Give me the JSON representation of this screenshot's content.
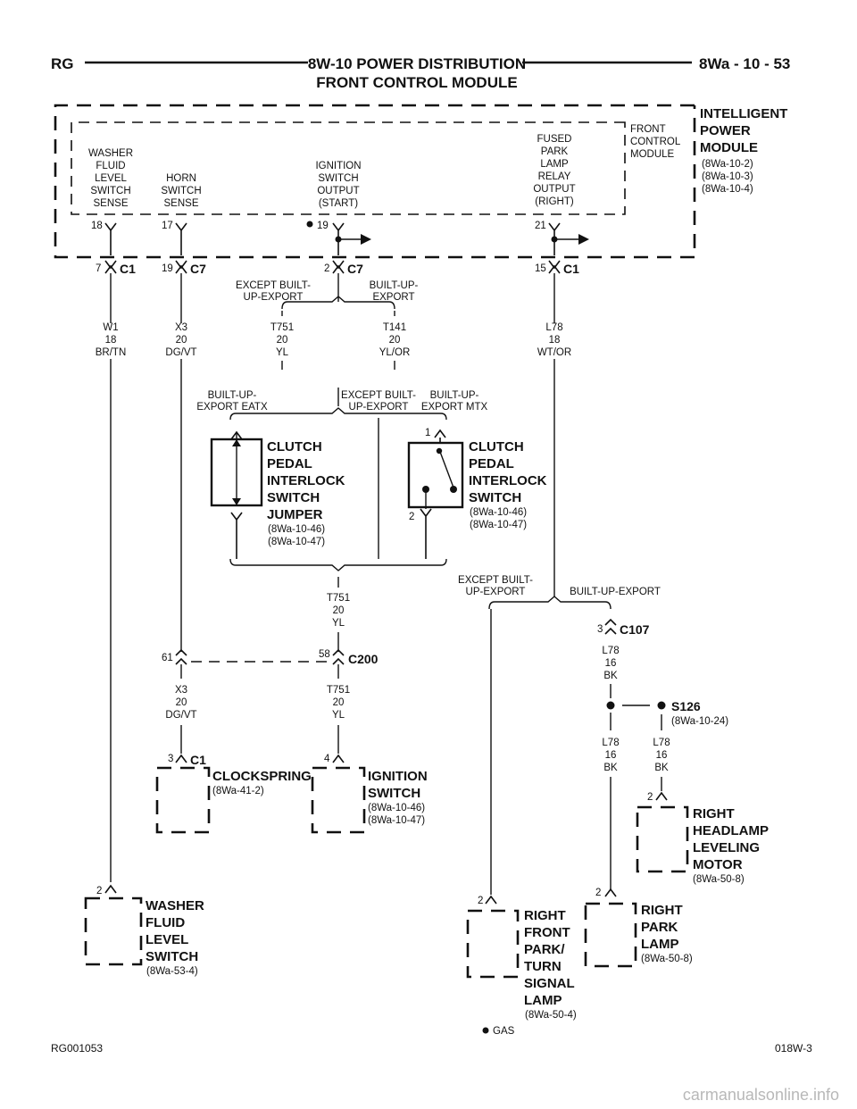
{
  "header": {
    "left": "RG",
    "title_line1": "8W-10 POWER DISTRIBUTION",
    "title_line2": "FRONT CONTROL MODULE",
    "right": "8Wa - 10 - 53"
  },
  "footer": {
    "left": "RG001053",
    "right": "018W-3",
    "watermark": "carmanualsonline.info"
  },
  "ipm": {
    "name_lines": [
      "INTELLIGENT",
      "POWER",
      "MODULE"
    ],
    "refs": [
      "(8Wa-10-2)",
      "(8Wa-10-3)",
      "(8Wa-10-4)"
    ],
    "fcm_lines": [
      "FRONT",
      "CONTROL",
      "MODULE"
    ]
  },
  "functions": {
    "washer": [
      "WASHER",
      "FLUID",
      "LEVEL",
      "SWITCH",
      "SENSE"
    ],
    "horn": [
      "HORN",
      "SWITCH",
      "SENSE"
    ],
    "ignition": [
      "IGNITION",
      "SWITCH",
      "OUTPUT",
      "(START)"
    ],
    "fused": [
      "FUSED",
      "PARK",
      "LAMP",
      "RELAY",
      "OUTPUT",
      "(RIGHT)"
    ]
  },
  "pins": {
    "p18": "18",
    "p17": "17",
    "p19": "19",
    "p21": "21"
  },
  "connectors": {
    "c1a_pin": "7",
    "c1a": "C1",
    "c7a_pin": "19",
    "c7a": "C7",
    "c7b_pin": "2",
    "c7b": "C7",
    "c1b_pin": "15",
    "c1b": "C1",
    "c200_left_pin": "61",
    "c200_right_pin": "58",
    "c200": "C200",
    "c107_pin": "3",
    "c107": "C107",
    "clock_pin": "3",
    "clock_conn": "C1",
    "ign_pin": "4"
  },
  "wires": {
    "w1": [
      "W1",
      "18",
      "BR/TN"
    ],
    "x3": [
      "X3",
      "20",
      "DG/VT"
    ],
    "t751a": [
      "T751",
      "20",
      "YL"
    ],
    "t141": [
      "T141",
      "20",
      "YL/OR"
    ],
    "l78a": [
      "L78",
      "18",
      "WT/OR"
    ],
    "t751b": [
      "T751",
      "20",
      "YL"
    ],
    "x3b": [
      "X3",
      "20",
      "DG/VT"
    ],
    "t751c": [
      "T751",
      "20",
      "YL"
    ],
    "l78b": [
      "L78",
      "16",
      "BK"
    ],
    "l78c": [
      "L78",
      "16",
      "BK"
    ],
    "l78d": [
      "L78",
      "16",
      "BK"
    ]
  },
  "options": {
    "except_builtup_export": [
      "EXCEPT BUILT-",
      "UP-EXPORT"
    ],
    "builtup_export": [
      "BUILT-UP-",
      "EXPORT"
    ],
    "builtup_eatx": [
      "BUILT-UP-",
      "EXPORT EATX"
    ],
    "except_builtup_export_2": [
      "EXCEPT BUILT-",
      "UP-EXPORT"
    ],
    "builtup_mtx": [
      "BUILT-UP-",
      "EXPORT MTX"
    ],
    "except_builtup_export_3": [
      "EXCEPT BUILT-",
      "UP-EXPORT"
    ],
    "builtup_export_single": "BUILT-UP-EXPORT",
    "gas": "GAS"
  },
  "components": {
    "jumper": {
      "lines": [
        "CLUTCH",
        "PEDAL",
        "INTERLOCK",
        "SWITCH",
        "JUMPER"
      ],
      "refs": [
        "(8Wa-10-46)",
        "(8Wa-10-47)"
      ]
    },
    "interlock": {
      "lines": [
        "CLUTCH",
        "PEDAL",
        "INTERLOCK",
        "SWITCH"
      ],
      "refs": [
        "(8Wa-10-46)",
        "(8Wa-10-47)"
      ],
      "pin_top": "1",
      "pin_bottom": "2"
    },
    "clockspring": {
      "name": "CLOCKSPRING",
      "ref": "(8Wa-41-2)"
    },
    "ignition": {
      "lines": [
        "IGNITION",
        "SWITCH"
      ],
      "refs": [
        "(8Wa-10-46)",
        "(8Wa-10-47)"
      ]
    },
    "s126": {
      "name": "S126",
      "ref": "(8Wa-10-24)"
    },
    "headlamp": {
      "lines": [
        "RIGHT",
        "HEADLAMP",
        "LEVELING",
        "MOTOR"
      ],
      "ref": "(8Wa-50-8)",
      "pin": "2"
    },
    "washer_switch": {
      "lines": [
        "WASHER",
        "FLUID",
        "LEVEL",
        "SWITCH"
      ],
      "ref": "(8Wa-53-4)",
      "pin": "2"
    },
    "front_park": {
      "lines": [
        "RIGHT",
        "FRONT",
        "PARK/",
        "TURN",
        "SIGNAL",
        "LAMP"
      ],
      "ref": "(8Wa-50-4)",
      "pin": "2"
    },
    "park_lamp": {
      "lines": [
        "RIGHT",
        "PARK",
        "LAMP"
      ],
      "ref": "(8Wa-50-8)",
      "pin": "2"
    }
  }
}
